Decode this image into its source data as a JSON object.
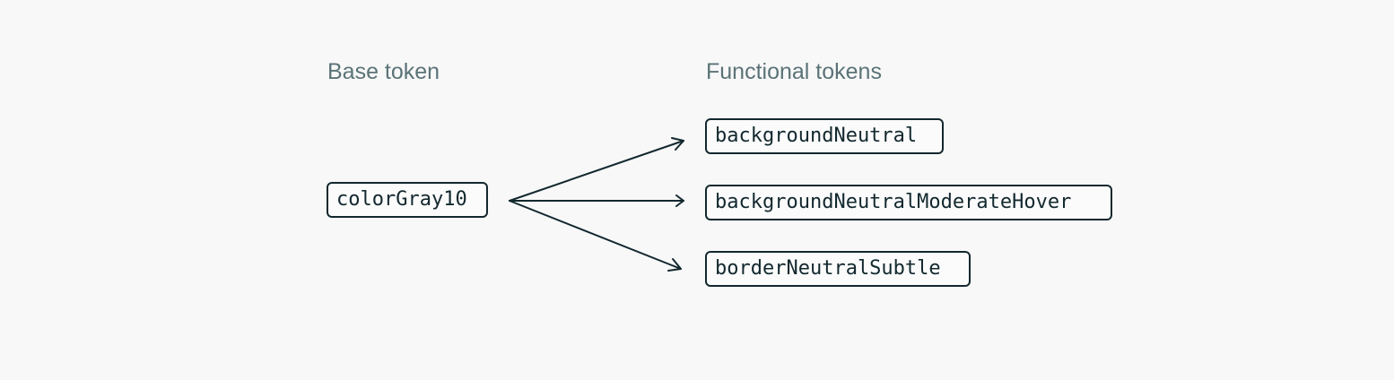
{
  "headings": {
    "base": "Base token",
    "functional": "Functional tokens"
  },
  "base_token": "colorGray10",
  "functional_tokens": [
    "backgroundNeutral",
    "backgroundNeutralModerateHover",
    "borderNeutralSubtle"
  ],
  "colors": {
    "background": "#f8f8f8",
    "heading": "#5b7377",
    "token_text": "#12282e",
    "token_border": "#12282e",
    "arrow": "#12282e"
  }
}
